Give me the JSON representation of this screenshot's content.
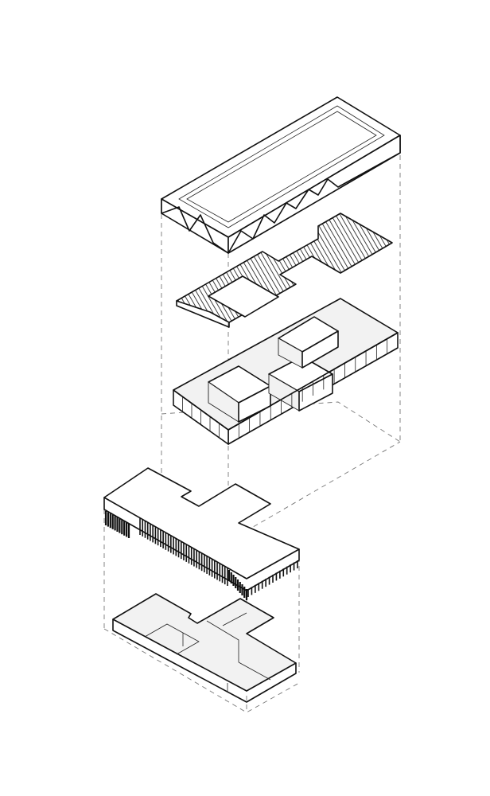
{
  "diagram": {
    "type": "exploded-axonometric",
    "layers": [
      {
        "name": "sawtooth-roof"
      },
      {
        "name": "slatted-ceiling"
      },
      {
        "name": "glazed-volume"
      },
      {
        "name": "cantilevered-slab"
      },
      {
        "name": "foundation-plan"
      }
    ],
    "colors": {
      "line": "#111111",
      "background": "#ffffff",
      "shade": "#f2f2f2",
      "guide": "#777777"
    }
  }
}
